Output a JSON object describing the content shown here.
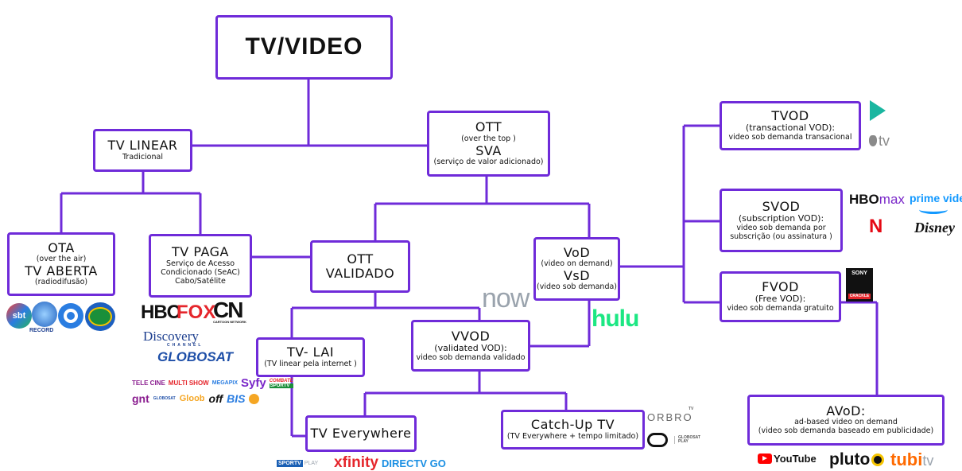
{
  "title": "TV/VIDEO",
  "boxes": {
    "tv_linear": {
      "title": "TV LINEAR",
      "sub": "Tradicional"
    },
    "ott": {
      "title": "OTT",
      "sub1": "(over the top )",
      "title2": "SVA",
      "sub2": "(serviço de valor adicionado)"
    },
    "ota": {
      "title": "OTA",
      "sub1": "(over the air)",
      "title2": "TV ABERTA",
      "sub2": "(radiodifusão)"
    },
    "tv_paga": {
      "title": "TV PAGA",
      "sub1": "Serviço de Acesso",
      "sub2": "Condicionado (SeAC)",
      "sub3": "Cabo/Satélite"
    },
    "ott_validado": {
      "title": "OTT",
      "title2": "VALIDADO"
    },
    "vod": {
      "title": "VoD",
      "sub1": "(video on demand)",
      "title2": "VsD",
      "sub2": "(video sob demanda)"
    },
    "tvod": {
      "title": "TVOD",
      "sub1": "(transactional VOD):",
      "sub2": "video sob demanda transacional"
    },
    "svod": {
      "title": "SVOD",
      "sub1": "(subscription VOD):",
      "sub2": "video sob demanda por",
      "sub3": "subscrição (ou assinatura )"
    },
    "fvod": {
      "title": "FVOD",
      "sub1": "(Free VOD):",
      "sub2": "video sob demanda gratuito"
    },
    "tv_lai": {
      "title": "TV- LAI",
      "sub": "(TV linear pela internet )"
    },
    "vvod": {
      "title": "VVOD",
      "sub1": "(validated VOD):",
      "sub2": "video sob demanda validado"
    },
    "tv_everywhere": {
      "title": "TV Everywhere"
    },
    "catchup": {
      "title": "Catch-Up TV",
      "sub": "(TV Everywhere + tempo limitado)"
    },
    "avod": {
      "title": "AVoD:",
      "sub1": "ad-based video on demand",
      "sub2": "(video sob demanda baseado em publicidade)"
    }
  },
  "logos": {
    "sbt": "sbt",
    "record": "RECORD",
    "hbo": "HBO",
    "fox": "FOX",
    "cn": "CN",
    "cartoon": "CARTOON NETWORK",
    "discovery": "Discovery",
    "discovery_channel": "CHANNEL",
    "globosat": "GLOBOSAT",
    "telecine": "TELE CINE",
    "multishow": "MULTI SHOW",
    "megapix": "MEGAPIX",
    "syfy": "Syfy",
    "combate": "COMBATE",
    "sportv": "SPORTV",
    "gnt": "gnt",
    "globosat_small": "GLOBOSAT",
    "gloob": "Gloob",
    "off": "off",
    "bis": "BIS",
    "now": "now",
    "hulu": "hulu",
    "hbomax_hbo": "HBO",
    "hbomax_max": "max",
    "prime": "prime video",
    "netflix": "N",
    "disney": "Disney",
    "appletv": "tv",
    "sony1": "SONY",
    "sony2": "CRACKLE",
    "orbro": "ORBRO",
    "tm": "TV",
    "globosat_play1": "GLOBOSAT",
    "globosat_play2": "PLAY",
    "sportv_play": "SPORTV",
    "play": "PLAY",
    "xfinity": "xfinity",
    "directv": "DIRECTV GO",
    "youtube": "YouTube",
    "pluto": "pluto",
    "tubi": "tubi",
    "tubi_tv": "tv"
  },
  "colors": {
    "border": "#6f2bd9",
    "hulu": "#1ce783",
    "hbo": "#111111",
    "fox": "#e5262c",
    "netflix": "#e50914",
    "prime": "#1399ff",
    "directv": "#1a8fe3",
    "xfinity": "#e5262c",
    "youtube": "#ff0000",
    "tubi": "#ff6a00",
    "globosat": "#1e4fa8"
  }
}
